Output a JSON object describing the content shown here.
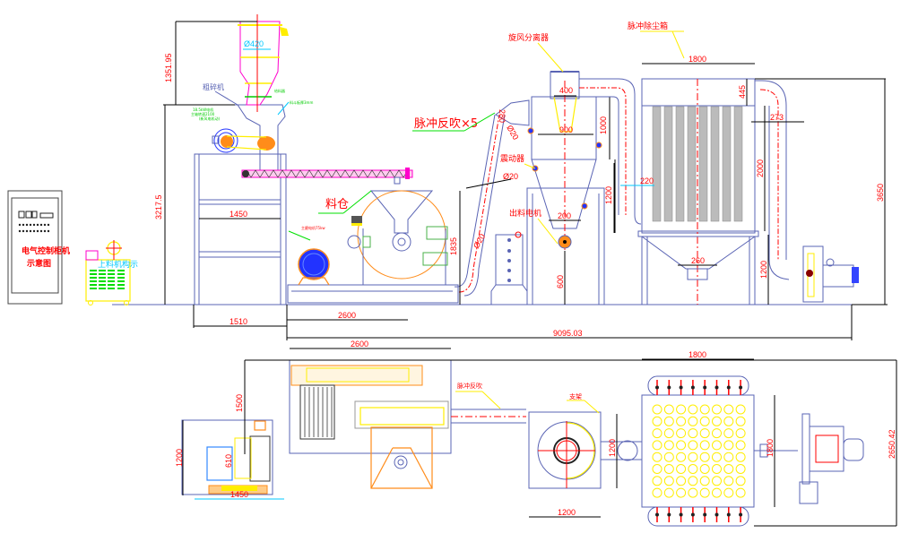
{
  "drawing": {
    "title": "Pulverizer system layout (elevation + plan)",
    "labels": {
      "electrical_cabinet": "电气控制柜机",
      "electrical_cabinet_sub": "示意图",
      "coarse_crusher": "粗碎机",
      "bin": "料仓",
      "pulse_backflush_x5": "脉冲反吹×5",
      "cyclone_separator": "旋风分离器",
      "pulse_dust_collector": "脉冲除尘箱",
      "vibrator": "震动器",
      "discharge_motor": "出料电机",
      "pulse_backflush_plan": "脉冲反吹",
      "support_frame": "支架",
      "motor_note_1": "18.5kW电机",
      "motor_note_2": "主轴转速2100",
      "motor_note_3": "(新风电机动)",
      "main_motor_note": "主磨电机75kw",
      "plate_note": "料斗板厚3mm",
      "feeder_note": "给料器",
      "cart_note": "上料机构示"
    },
    "dimensions": {
      "d_1351_95": "1351.95",
      "d_3217_5": "3217.5",
      "d_phi420": "Ø420",
      "d_1450_top": "1450",
      "d_1510": "1510",
      "d_2600_elev": "2600",
      "d_9095_03": "9095.03",
      "d_1835": "1835",
      "d_phi20_a": "Ø20",
      "d_phi20_b": "Ø20",
      "d_phi20_c": "Ø20",
      "d_280": "280",
      "d_400": "400",
      "d_900": "900",
      "d_1000": "1000",
      "d_1200_cyc": "1200",
      "d_200": "200",
      "d_600": "600",
      "d_1800_top": "1800",
      "d_445": "445",
      "d_273": "273",
      "d_2000": "2000",
      "d_220": "220",
      "d_1200_left": "1200",
      "d_260": "260",
      "d_1200_right": "1200",
      "d_3650": "3650",
      "p_2600": "2600",
      "p_1500": "1500",
      "p_1200_left": "1200",
      "p_610": "610",
      "p_1450": "1450",
      "p_1200_cyc_v": "1200",
      "p_1200_cyc_h": "1200",
      "p_1800_top": "1800",
      "p_1800_side": "1800",
      "p_2650_42": "2650.42"
    },
    "colors": {
      "equipment": "#5a64b4",
      "dimension_text": "#ff0000",
      "dimension_line": "#000000",
      "motor": "#ff8c1a",
      "leader_yellow": "#ffee00",
      "leader_green": "#00e000",
      "leader_cyan": "#00c8ff"
    }
  }
}
